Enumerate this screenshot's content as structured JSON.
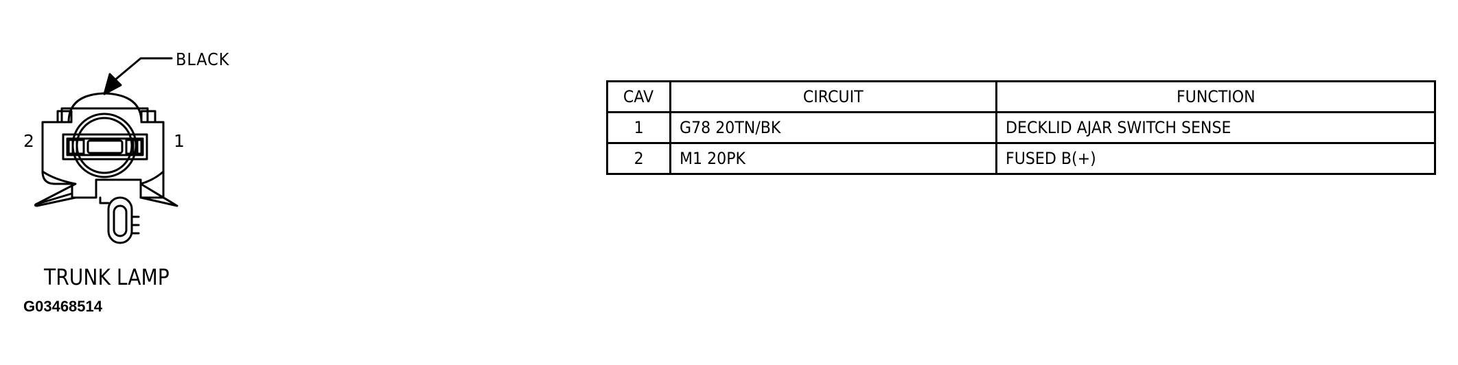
{
  "connector": {
    "name": "TRUNK LAMP",
    "color_label": "BLACK",
    "pin_labels": {
      "left": "2",
      "right": "1"
    },
    "figure_id": "G03468514"
  },
  "pinout_table": {
    "headers": [
      "CAV",
      "CIRCUIT",
      "FUNCTION"
    ],
    "rows": [
      {
        "cav": "1",
        "circuit": "G78 20TN/BK",
        "function": "DECKLID AJAR SWITCH SENSE"
      },
      {
        "cav": "2",
        "circuit": "M1 20PK",
        "function": "FUSED B(+)"
      }
    ]
  }
}
